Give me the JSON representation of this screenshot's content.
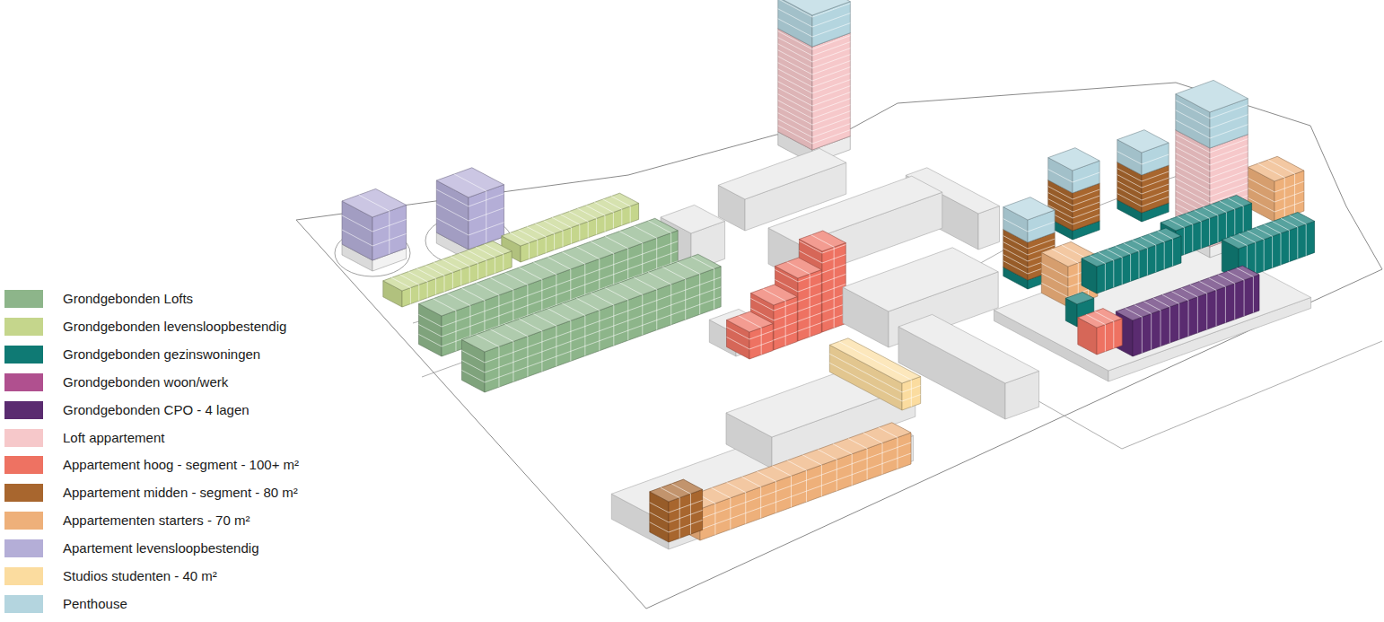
{
  "diagram": {
    "legend": [
      {
        "text": "Grondgebonden Lofts",
        "color": "#8db58a"
      },
      {
        "text": "Grondgebonden levensloopbestendig",
        "color": "#c5d68c"
      },
      {
        "text": "Grondgebonden gezinswoningen",
        "color": "#0f7a74"
      },
      {
        "text": "Grondgebonden woon/werk",
        "color": "#b0508f"
      },
      {
        "text": "Grondgebonden CPO - 4 lagen",
        "color": "#5a2b70"
      },
      {
        "text": "Loft appartement",
        "color": "#f6c8ca"
      },
      {
        "text": "Appartement hoog - segment - 100+ m²",
        "color": "#ee7262"
      },
      {
        "text": "Appartement midden - segment - 80 m²",
        "color": "#a8662e"
      },
      {
        "text": "Appartementen starters  - 70 m²",
        "color": "#eeb07a"
      },
      {
        "text": "Apartement levensloopbestendig",
        "color": "#b4aed7"
      },
      {
        "text": "Studios studenten  - 40 m²",
        "color": "#fbdc9f"
      },
      {
        "text": "Penthouse",
        "color": "#b4d5df"
      }
    ]
  }
}
